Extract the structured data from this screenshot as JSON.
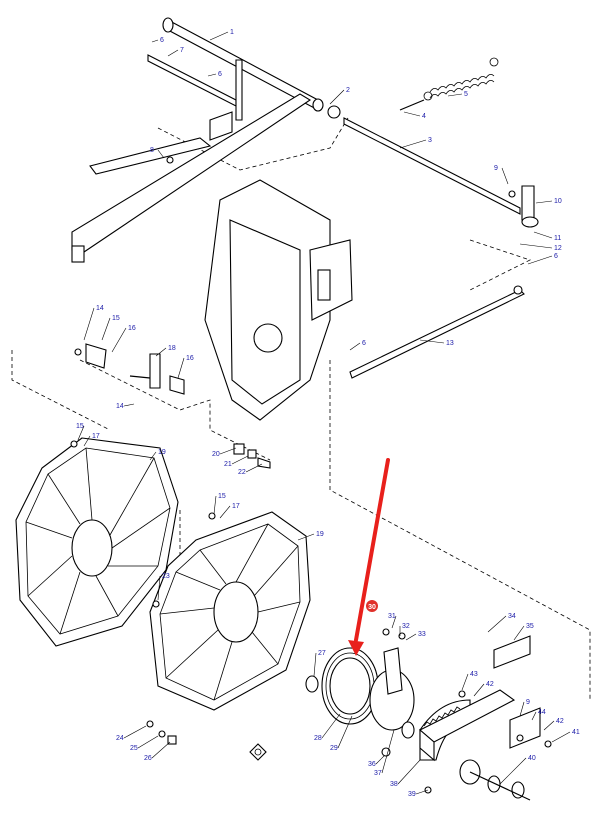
{
  "diagram": {
    "callouts": [
      {
        "id": "c1",
        "text": "1"
      },
      {
        "id": "c2",
        "text": "2"
      },
      {
        "id": "c3",
        "text": "3"
      },
      {
        "id": "c4",
        "text": "4"
      },
      {
        "id": "c5",
        "text": "5"
      },
      {
        "id": "c6a",
        "text": "6"
      },
      {
        "id": "c6b",
        "text": "6"
      },
      {
        "id": "c6c",
        "text": "6"
      },
      {
        "id": "c6d",
        "text": "6"
      },
      {
        "id": "c7",
        "text": "7"
      },
      {
        "id": "c8",
        "text": "8"
      },
      {
        "id": "c9a",
        "text": "9"
      },
      {
        "id": "c10",
        "text": "10"
      },
      {
        "id": "c11",
        "text": "11"
      },
      {
        "id": "c12",
        "text": "12"
      },
      {
        "id": "c13",
        "text": "13"
      },
      {
        "id": "c14a",
        "text": "14"
      },
      {
        "id": "c15a",
        "text": "15"
      },
      {
        "id": "c16a",
        "text": "16"
      },
      {
        "id": "c18",
        "text": "18"
      },
      {
        "id": "c16b",
        "text": "16"
      },
      {
        "id": "c14b",
        "text": "14"
      },
      {
        "id": "c15b",
        "text": "15"
      },
      {
        "id": "c17a",
        "text": "17"
      },
      {
        "id": "c19a",
        "text": "19"
      },
      {
        "id": "c20",
        "text": "20"
      },
      {
        "id": "c21",
        "text": "21"
      },
      {
        "id": "c22",
        "text": "22"
      },
      {
        "id": "c15c",
        "text": "15"
      },
      {
        "id": "c17b",
        "text": "17"
      },
      {
        "id": "c19b",
        "text": "19"
      },
      {
        "id": "c23",
        "text": "23"
      },
      {
        "id": "c31",
        "text": "31"
      },
      {
        "id": "c32",
        "text": "32"
      },
      {
        "id": "c33",
        "text": "33"
      },
      {
        "id": "c34",
        "text": "34"
      },
      {
        "id": "c35",
        "text": "35"
      },
      {
        "id": "c27",
        "text": "27"
      },
      {
        "id": "c43",
        "text": "43"
      },
      {
        "id": "c42a",
        "text": "42"
      },
      {
        "id": "c9b",
        "text": "9"
      },
      {
        "id": "c44",
        "text": "44"
      },
      {
        "id": "c42b",
        "text": "42"
      },
      {
        "id": "c41",
        "text": "41"
      },
      {
        "id": "c24",
        "text": "24"
      },
      {
        "id": "c25",
        "text": "25"
      },
      {
        "id": "c26",
        "text": "26"
      },
      {
        "id": "c28",
        "text": "28"
      },
      {
        "id": "c29",
        "text": "29"
      },
      {
        "id": "c36",
        "text": "36"
      },
      {
        "id": "c37",
        "text": "37"
      },
      {
        "id": "c38",
        "text": "38"
      },
      {
        "id": "c39",
        "text": "39"
      },
      {
        "id": "c40",
        "text": "40"
      }
    ],
    "highlight": {
      "text": "30",
      "color": "#e0302a"
    },
    "arrow_color": "#e8201c"
  }
}
